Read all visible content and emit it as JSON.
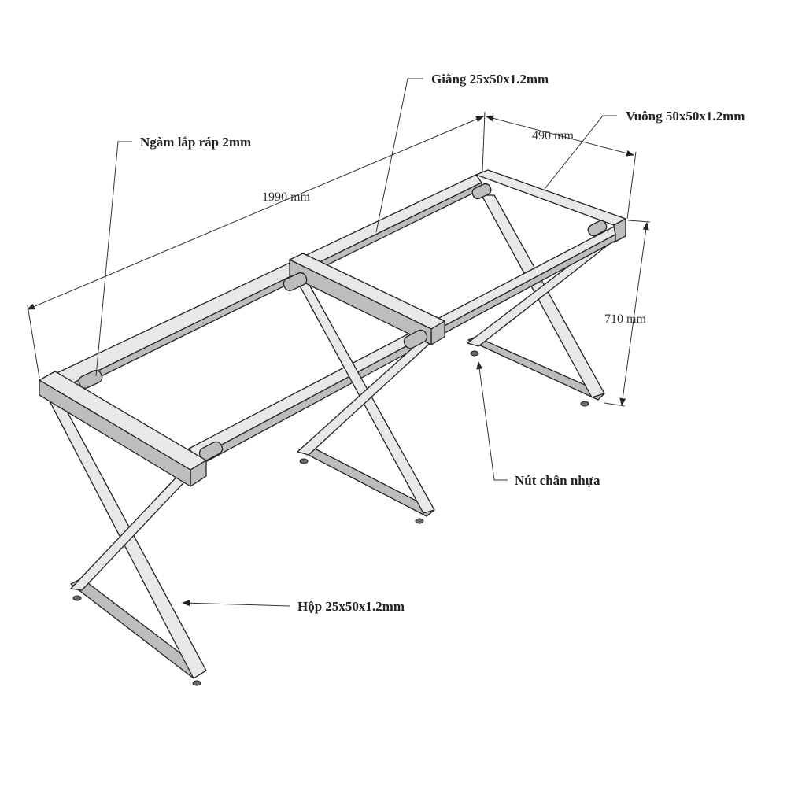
{
  "labels": {
    "brace": "Giằng 25x50x1.2mm",
    "square": "Vuông 50x50x1.2mm",
    "joint": "Ngàm lắp ráp 2mm",
    "foot": "Nút chân nhựa",
    "box": "Hộp 25x50x1.2mm"
  },
  "dimensions": {
    "length": "1990 mm",
    "depth": "490 mm",
    "height": "710 mm"
  }
}
